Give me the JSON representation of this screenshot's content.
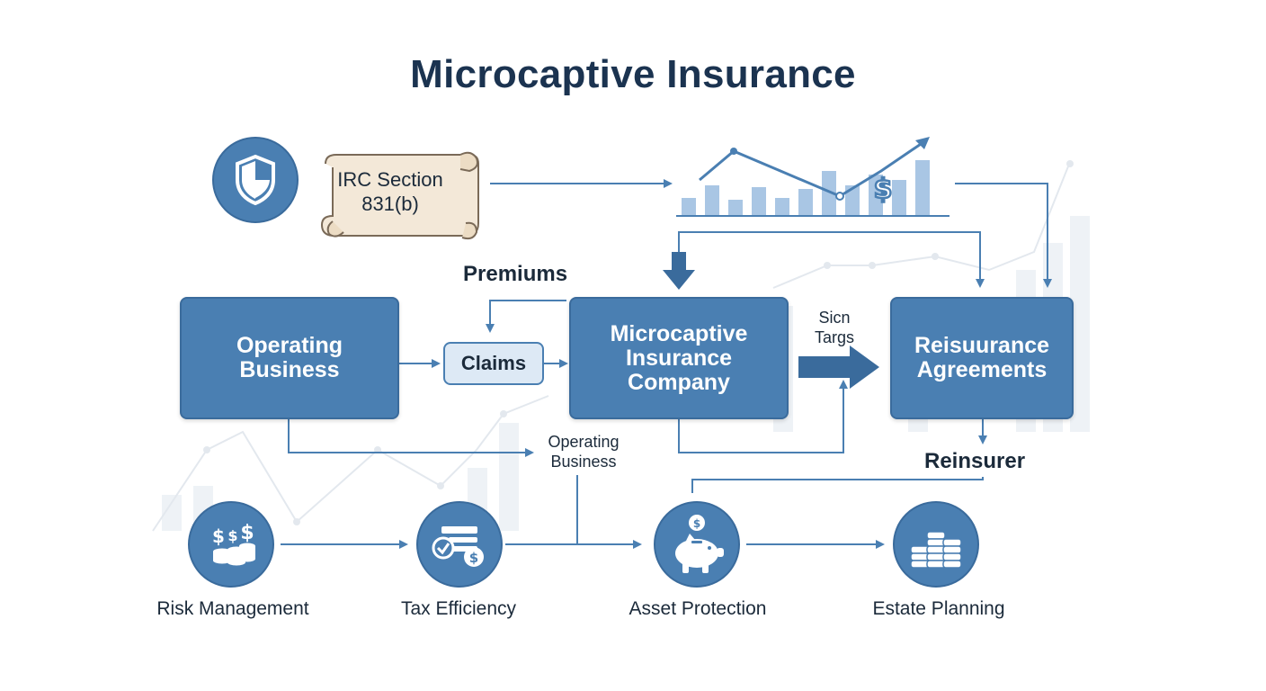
{
  "title": "Microcaptive Insurance",
  "document": {
    "line1": "IRC Section",
    "line2": "831(b)"
  },
  "boxes": {
    "operating_business": [
      "Operating",
      "Business"
    ],
    "microcaptive_company": [
      "Microcaptive",
      "Insurance",
      "Company"
    ],
    "reinsurance_agreements": [
      "Reisuurance",
      "Agreements"
    ]
  },
  "flow_labels": {
    "premiums": "Premiums",
    "claims": "Claims",
    "sicn": "Sicn",
    "targs": "Targs",
    "operating_business_line1": "Operating",
    "operating_business_line2": "Business",
    "reinsurer": "Reinsurer"
  },
  "benefits": [
    {
      "label": "Risk Management",
      "icon": "dollar-coins-icon"
    },
    {
      "label": "Tax Efficiency",
      "icon": "checklist-dollar-icon"
    },
    {
      "label": "Asset Protection",
      "icon": "piggy-bank-icon"
    },
    {
      "label": "Estate Planning",
      "icon": "coin-stacks-icon"
    }
  ],
  "top_icons": {
    "shield": "shield-icon",
    "scroll": "scroll-document-icon",
    "chart": "bar-chart-trend-icon"
  },
  "colors": {
    "primary": "#4a7fb2",
    "primary_dark": "#3a6b9c",
    "pill_fill": "#dde9f5",
    "title": "#1b3350",
    "light_bars": "#a9c6e4",
    "connector": "#4a7fb2"
  }
}
